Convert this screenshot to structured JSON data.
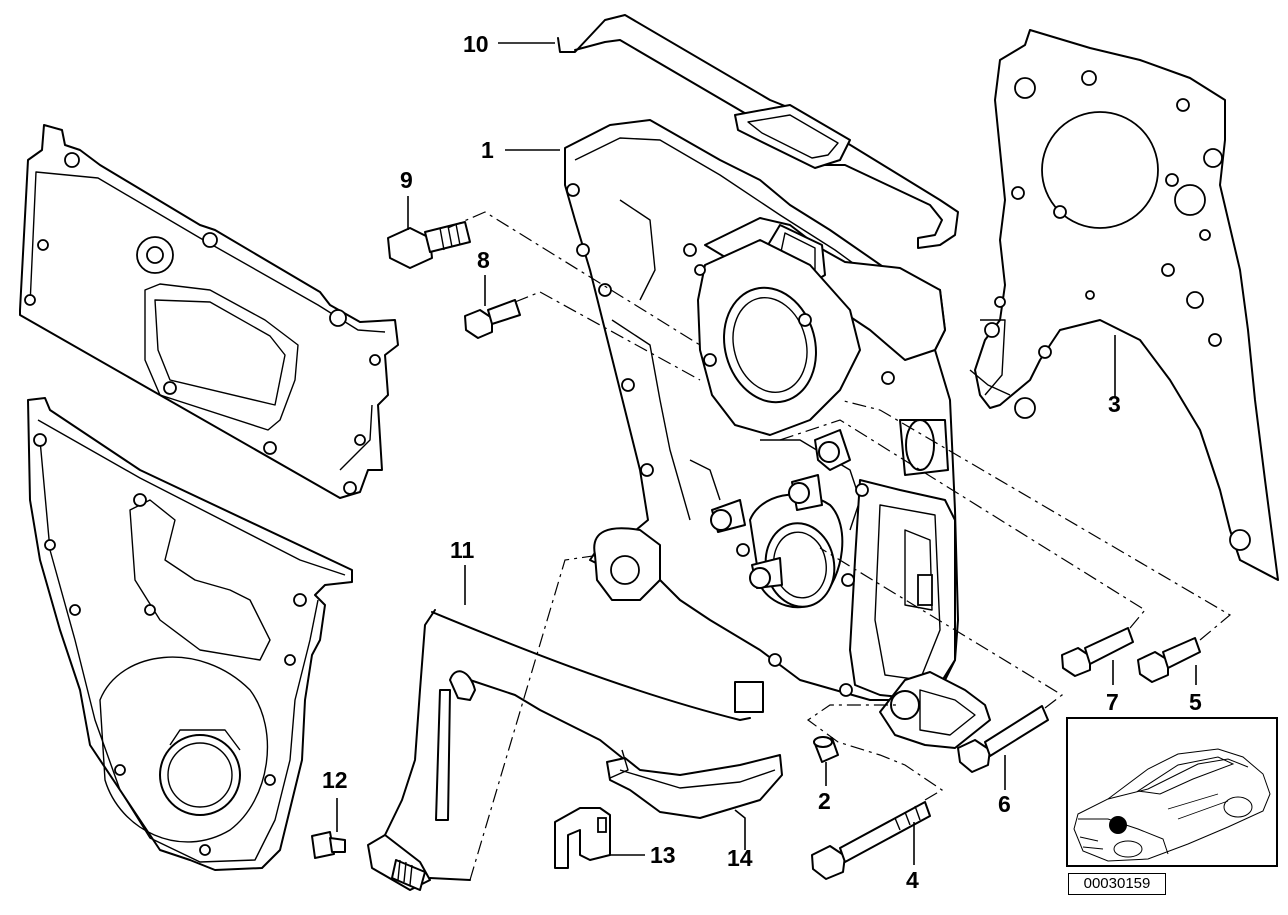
{
  "diagram": {
    "id_code": "00030159",
    "callouts": [
      {
        "num": "1",
        "part": "timing-case-cover-upper"
      },
      {
        "num": "2",
        "part": "dowel-sleeve"
      },
      {
        "num": "3",
        "part": "gasket"
      },
      {
        "num": "4",
        "part": "hex-bolt-long"
      },
      {
        "num": "5",
        "part": "hex-bolt"
      },
      {
        "num": "6",
        "part": "hex-bolt-medium"
      },
      {
        "num": "7",
        "part": "hex-bolt-short"
      },
      {
        "num": "8",
        "part": "hex-bolt-small"
      },
      {
        "num": "9",
        "part": "hex-bolt-flange"
      },
      {
        "num": "10",
        "part": "profile-gasket"
      },
      {
        "num": "11",
        "part": "pulse-sensor-cable"
      },
      {
        "num": "12",
        "part": "screw"
      },
      {
        "num": "13",
        "part": "bracket-clip"
      },
      {
        "num": "14",
        "part": "cable-holder"
      }
    ]
  }
}
